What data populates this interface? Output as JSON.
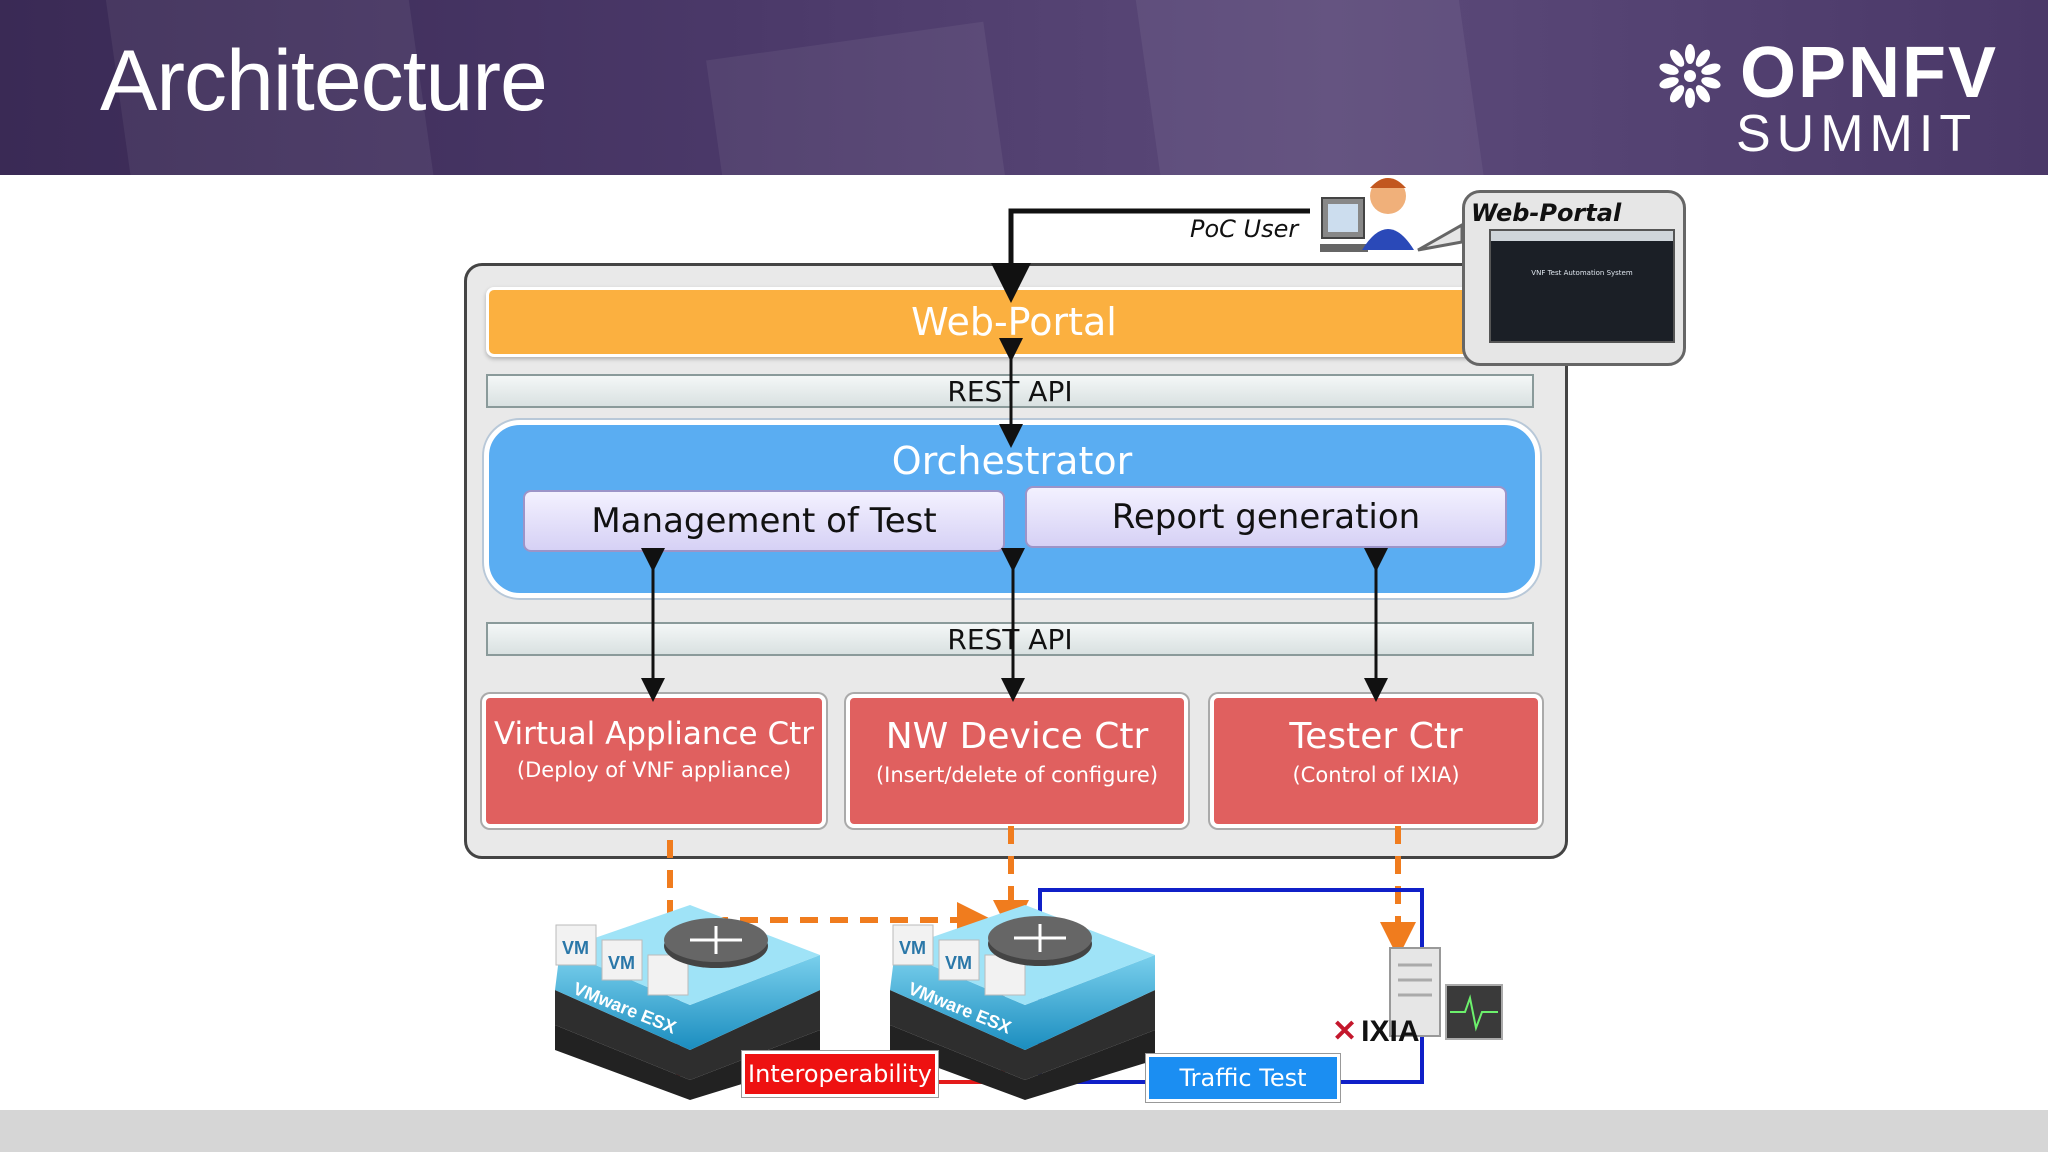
{
  "slide": {
    "title": "Architecture"
  },
  "logo": {
    "line1": "OPNFV",
    "line2": "SUMMIT"
  },
  "diagram": {
    "poc_user": "PoC User",
    "callout": {
      "title": "Web-Portal",
      "screen_text": "VNF Test Automation System"
    },
    "web_portal": "Web-Portal",
    "rest_api_top": "REST API",
    "orchestrator": {
      "title": "Orchestrator",
      "sub1": "Management of Test",
      "sub2": "Report generation"
    },
    "rest_api_bottom": "REST API",
    "controllers": [
      {
        "title": "Virtual Appliance Ctr",
        "subtitle": "(Deploy of VNF appliance)"
      },
      {
        "title": "NW Device Ctr",
        "subtitle": "(Insert/delete of configure)"
      },
      {
        "title": "Tester Ctr",
        "subtitle": "(Control of IXIA)"
      }
    ],
    "hosts": {
      "vm_tag": "VM",
      "esx_label": "VMware ESX"
    },
    "interoperability": "Interoperability",
    "traffic_test": "Traffic Test",
    "ixia": "IXIA"
  },
  "colors": {
    "web_portal": "#fbb040",
    "orchestrator": "#5aadf2",
    "controller": "#e0605f",
    "dashed_control": "#f07c1e",
    "interop_link": "#e41b1b",
    "traffic_link": "#1020c8"
  }
}
